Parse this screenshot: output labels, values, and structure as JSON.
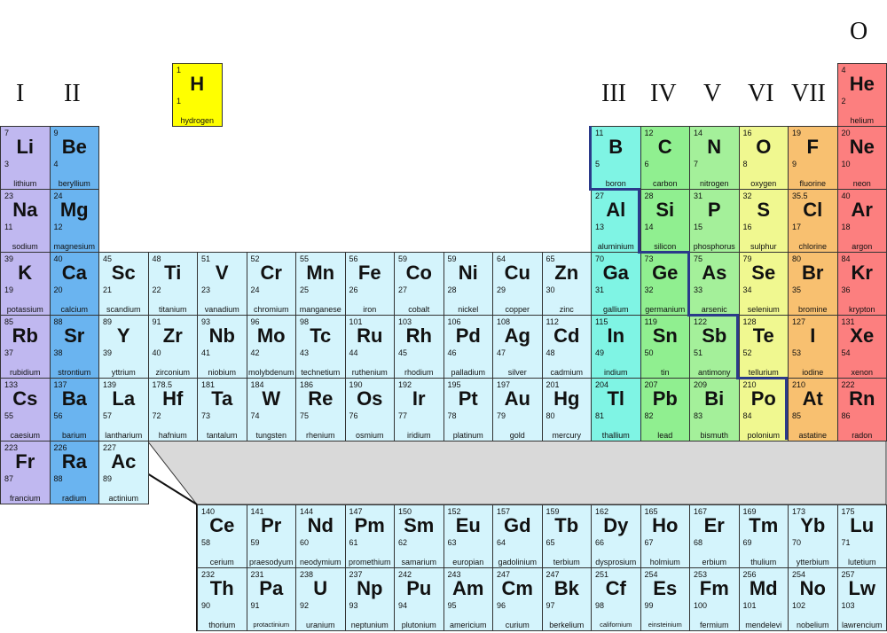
{
  "group_labels": [
    "I",
    "II",
    "III",
    "IV",
    "V",
    "VI",
    "VII",
    "O"
  ],
  "colors": {
    "alkali": "#c0b8f0",
    "alkaline": "#6ab4f0",
    "hydrogen": "#ffff00",
    "transition": "#d4f4fc",
    "boron": "#7ff4e4",
    "carbon": "#90ef90",
    "pnictogen": "#a4f09a",
    "chalcogen": "#f0f890",
    "halogen": "#f8c070",
    "noble": "#fc7f7f",
    "lanthanide": "#d4f4fc"
  },
  "elements": [
    {
      "sym": "H",
      "num": "1",
      "mass": "1",
      "name": "hydrogen",
      "cat": "hydrogen",
      "pos": "h"
    },
    {
      "sym": "He",
      "num": "2",
      "mass": "4",
      "name": "helium",
      "cat": "noble",
      "g": 18,
      "p": 1
    },
    {
      "sym": "Li",
      "num": "3",
      "mass": "7",
      "name": "lithium",
      "cat": "alkali",
      "g": 1,
      "p": 2
    },
    {
      "sym": "Be",
      "num": "4",
      "mass": "9",
      "name": "beryllium",
      "cat": "alkaline",
      "g": 2,
      "p": 2
    },
    {
      "sym": "B",
      "num": "5",
      "mass": "11",
      "name": "boron",
      "cat": "boron",
      "g": 13,
      "p": 2
    },
    {
      "sym": "C",
      "num": "6",
      "mass": "12",
      "name": "carbon",
      "cat": "carbon",
      "g": 14,
      "p": 2
    },
    {
      "sym": "N",
      "num": "7",
      "mass": "14",
      "name": "nitrogen",
      "cat": "pnictogen",
      "g": 15,
      "p": 2
    },
    {
      "sym": "O",
      "num": "8",
      "mass": "16",
      "name": "oxygen",
      "cat": "chalcogen",
      "g": 16,
      "p": 2
    },
    {
      "sym": "F",
      "num": "9",
      "mass": "19",
      "name": "fluorine",
      "cat": "halogen",
      "g": 17,
      "p": 2
    },
    {
      "sym": "Ne",
      "num": "10",
      "mass": "20",
      "name": "neon",
      "cat": "noble",
      "g": 18,
      "p": 2
    },
    {
      "sym": "Na",
      "num": "11",
      "mass": "23",
      "name": "sodium",
      "cat": "alkali",
      "g": 1,
      "p": 3
    },
    {
      "sym": "Mg",
      "num": "12",
      "mass": "24",
      "name": "magnesium",
      "cat": "alkaline",
      "g": 2,
      "p": 3
    },
    {
      "sym": "Al",
      "num": "13",
      "mass": "27",
      "name": "aluminium",
      "cat": "boron",
      "g": 13,
      "p": 3
    },
    {
      "sym": "Si",
      "num": "14",
      "mass": "28",
      "name": "silicon",
      "cat": "carbon",
      "g": 14,
      "p": 3
    },
    {
      "sym": "P",
      "num": "15",
      "mass": "31",
      "name": "phosphorus",
      "cat": "pnictogen",
      "g": 15,
      "p": 3
    },
    {
      "sym": "S",
      "num": "16",
      "mass": "32",
      "name": "sulphur",
      "cat": "chalcogen",
      "g": 16,
      "p": 3
    },
    {
      "sym": "Cl",
      "num": "17",
      "mass": "35.5",
      "name": "chlorine",
      "cat": "halogen",
      "g": 17,
      "p": 3
    },
    {
      "sym": "Ar",
      "num": "18",
      "mass": "40",
      "name": "argon",
      "cat": "noble",
      "g": 18,
      "p": 3
    },
    {
      "sym": "K",
      "num": "19",
      "mass": "39",
      "name": "potassium",
      "cat": "alkali",
      "g": 1,
      "p": 4
    },
    {
      "sym": "Ca",
      "num": "20",
      "mass": "40",
      "name": "calcium",
      "cat": "alkaline",
      "g": 2,
      "p": 4
    },
    {
      "sym": "Sc",
      "num": "21",
      "mass": "45",
      "name": "scandium",
      "cat": "transition",
      "g": 3,
      "p": 4
    },
    {
      "sym": "Ti",
      "num": "22",
      "mass": "48",
      "name": "titanium",
      "cat": "transition",
      "g": 4,
      "p": 4
    },
    {
      "sym": "V",
      "num": "23",
      "mass": "51",
      "name": "vanadium",
      "cat": "transition",
      "g": 5,
      "p": 4
    },
    {
      "sym": "Cr",
      "num": "24",
      "mass": "52",
      "name": "chromium",
      "cat": "transition",
      "g": 6,
      "p": 4
    },
    {
      "sym": "Mn",
      "num": "25",
      "mass": "55",
      "name": "manganese",
      "cat": "transition",
      "g": 7,
      "p": 4
    },
    {
      "sym": "Fe",
      "num": "26",
      "mass": "56",
      "name": "iron",
      "cat": "transition",
      "g": 8,
      "p": 4
    },
    {
      "sym": "Co",
      "num": "27",
      "mass": "59",
      "name": "cobalt",
      "cat": "transition",
      "g": 9,
      "p": 4
    },
    {
      "sym": "Ni",
      "num": "28",
      "mass": "59",
      "name": "nickel",
      "cat": "transition",
      "g": 10,
      "p": 4
    },
    {
      "sym": "Cu",
      "num": "29",
      "mass": "64",
      "name": "copper",
      "cat": "transition",
      "g": 11,
      "p": 4
    },
    {
      "sym": "Zn",
      "num": "30",
      "mass": "65",
      "name": "zinc",
      "cat": "transition",
      "g": 12,
      "p": 4
    },
    {
      "sym": "Ga",
      "num": "31",
      "mass": "70",
      "name": "gallium",
      "cat": "boron",
      "g": 13,
      "p": 4
    },
    {
      "sym": "Ge",
      "num": "32",
      "mass": "73",
      "name": "germanium",
      "cat": "carbon",
      "g": 14,
      "p": 4
    },
    {
      "sym": "As",
      "num": "33",
      "mass": "75",
      "name": "arsenic",
      "cat": "pnictogen",
      "g": 15,
      "p": 4
    },
    {
      "sym": "Se",
      "num": "34",
      "mass": "79",
      "name": "selenium",
      "cat": "chalcogen",
      "g": 16,
      "p": 4
    },
    {
      "sym": "Br",
      "num": "35",
      "mass": "80",
      "name": "bromine",
      "cat": "halogen",
      "g": 17,
      "p": 4
    },
    {
      "sym": "Kr",
      "num": "36",
      "mass": "84",
      "name": "krypton",
      "cat": "noble",
      "g": 18,
      "p": 4
    },
    {
      "sym": "Rb",
      "num": "37",
      "mass": "85",
      "name": "rubidium",
      "cat": "alkali",
      "g": 1,
      "p": 5
    },
    {
      "sym": "Sr",
      "num": "38",
      "mass": "88",
      "name": "strontium",
      "cat": "alkaline",
      "g": 2,
      "p": 5
    },
    {
      "sym": "Y",
      "num": "39",
      "mass": "89",
      "name": "yttrium",
      "cat": "transition",
      "g": 3,
      "p": 5
    },
    {
      "sym": "Zr",
      "num": "40",
      "mass": "91",
      "name": "zirconium",
      "cat": "transition",
      "g": 4,
      "p": 5
    },
    {
      "sym": "Nb",
      "num": "41",
      "mass": "93",
      "name": "niobium",
      "cat": "transition",
      "g": 5,
      "p": 5
    },
    {
      "sym": "Mo",
      "num": "42",
      "mass": "96",
      "name": "molybdenum",
      "cat": "transition",
      "g": 6,
      "p": 5
    },
    {
      "sym": "Tc",
      "num": "43",
      "mass": "98",
      "name": "technetium",
      "cat": "transition",
      "g": 7,
      "p": 5
    },
    {
      "sym": "Ru",
      "num": "44",
      "mass": "101",
      "name": "ruthenium",
      "cat": "transition",
      "g": 8,
      "p": 5
    },
    {
      "sym": "Rh",
      "num": "45",
      "mass": "103",
      "name": "rhodium",
      "cat": "transition",
      "g": 9,
      "p": 5
    },
    {
      "sym": "Pd",
      "num": "46",
      "mass": "106",
      "name": "palladium",
      "cat": "transition",
      "g": 10,
      "p": 5
    },
    {
      "sym": "Ag",
      "num": "47",
      "mass": "108",
      "name": "silver",
      "cat": "transition",
      "g": 11,
      "p": 5
    },
    {
      "sym": "Cd",
      "num": "48",
      "mass": "112",
      "name": "cadmium",
      "cat": "transition",
      "g": 12,
      "p": 5
    },
    {
      "sym": "In",
      "num": "49",
      "mass": "115",
      "name": "indium",
      "cat": "boron",
      "g": 13,
      "p": 5
    },
    {
      "sym": "Sn",
      "num": "50",
      "mass": "119",
      "name": "tin",
      "cat": "carbon",
      "g": 14,
      "p": 5
    },
    {
      "sym": "Sb",
      "num": "51",
      "mass": "122",
      "name": "antimony",
      "cat": "pnictogen",
      "g": 15,
      "p": 5
    },
    {
      "sym": "Te",
      "num": "52",
      "mass": "128",
      "name": "tellurium",
      "cat": "chalcogen",
      "g": 16,
      "p": 5
    },
    {
      "sym": "I",
      "num": "53",
      "mass": "127",
      "name": "iodine",
      "cat": "halogen",
      "g": 17,
      "p": 5
    },
    {
      "sym": "Xe",
      "num": "54",
      "mass": "131",
      "name": "xenon",
      "cat": "noble",
      "g": 18,
      "p": 5
    },
    {
      "sym": "Cs",
      "num": "55",
      "mass": "133",
      "name": "caesium",
      "cat": "alkali",
      "g": 1,
      "p": 6
    },
    {
      "sym": "Ba",
      "num": "56",
      "mass": "137",
      "name": "barium",
      "cat": "alkaline",
      "g": 2,
      "p": 6
    },
    {
      "sym": "La",
      "num": "57",
      "mass": "139",
      "name": "lantharium",
      "cat": "transition",
      "g": 3,
      "p": 6
    },
    {
      "sym": "Hf",
      "num": "72",
      "mass": "178.5",
      "name": "hafnium",
      "cat": "transition",
      "g": 4,
      "p": 6
    },
    {
      "sym": "Ta",
      "num": "73",
      "mass": "181",
      "name": "tantalum",
      "cat": "transition",
      "g": 5,
      "p": 6
    },
    {
      "sym": "W",
      "num": "74",
      "mass": "184",
      "name": "tungsten",
      "cat": "transition",
      "g": 6,
      "p": 6
    },
    {
      "sym": "Re",
      "num": "75",
      "mass": "186",
      "name": "rhenium",
      "cat": "transition",
      "g": 7,
      "p": 6
    },
    {
      "sym": "Os",
      "num": "76",
      "mass": "190",
      "name": "osmium",
      "cat": "transition",
      "g": 8,
      "p": 6
    },
    {
      "sym": "Ir",
      "num": "77",
      "mass": "192",
      "name": "iridium",
      "cat": "transition",
      "g": 9,
      "p": 6
    },
    {
      "sym": "Pt",
      "num": "78",
      "mass": "195",
      "name": "platinum",
      "cat": "transition",
      "g": 10,
      "p": 6
    },
    {
      "sym": "Au",
      "num": "79",
      "mass": "197",
      "name": "gold",
      "cat": "transition",
      "g": 11,
      "p": 6
    },
    {
      "sym": "Hg",
      "num": "80",
      "mass": "201",
      "name": "mercury",
      "cat": "transition",
      "g": 12,
      "p": 6
    },
    {
      "sym": "Tl",
      "num": "81",
      "mass": "204",
      "name": "thallium",
      "cat": "boron",
      "g": 13,
      "p": 6
    },
    {
      "sym": "Pb",
      "num": "82",
      "mass": "207",
      "name": "lead",
      "cat": "carbon",
      "g": 14,
      "p": 6
    },
    {
      "sym": "Bi",
      "num": "83",
      "mass": "209",
      "name": "bismuth",
      "cat": "pnictogen",
      "g": 15,
      "p": 6
    },
    {
      "sym": "Po",
      "num": "84",
      "mass": "210",
      "name": "polonium",
      "cat": "chalcogen",
      "g": 16,
      "p": 6
    },
    {
      "sym": "At",
      "num": "85",
      "mass": "210",
      "name": "astatine",
      "cat": "halogen",
      "g": 17,
      "p": 6
    },
    {
      "sym": "Rn",
      "num": "86",
      "mass": "222",
      "name": "radon",
      "cat": "noble",
      "g": 18,
      "p": 6
    },
    {
      "sym": "Fr",
      "num": "87",
      "mass": "223",
      "name": "francium",
      "cat": "alkali",
      "g": 1,
      "p": 7
    },
    {
      "sym": "Ra",
      "num": "88",
      "mass": "226",
      "name": "radium",
      "cat": "alkaline",
      "g": 2,
      "p": 7
    },
    {
      "sym": "Ac",
      "num": "89",
      "mass": "227",
      "name": "actinium",
      "cat": "transition",
      "g": 3,
      "p": 7
    },
    {
      "sym": "Ce",
      "num": "58",
      "mass": "140",
      "name": "cerium",
      "cat": "lanthanide",
      "f": 0,
      "fr": 0
    },
    {
      "sym": "Pr",
      "num": "59",
      "mass": "141",
      "name": "praesodyum",
      "cat": "lanthanide",
      "f": 1,
      "fr": 0
    },
    {
      "sym": "Nd",
      "num": "60",
      "mass": "144",
      "name": "neodymium",
      "cat": "lanthanide",
      "f": 2,
      "fr": 0
    },
    {
      "sym": "Pm",
      "num": "61",
      "mass": "147",
      "name": "promethium",
      "cat": "lanthanide",
      "f": 3,
      "fr": 0
    },
    {
      "sym": "Sm",
      "num": "62",
      "mass": "150",
      "name": "samarium",
      "cat": "lanthanide",
      "f": 4,
      "fr": 0
    },
    {
      "sym": "Eu",
      "num": "63",
      "mass": "152",
      "name": "europian",
      "cat": "lanthanide",
      "f": 5,
      "fr": 0
    },
    {
      "sym": "Gd",
      "num": "64",
      "mass": "157",
      "name": "gadolinium",
      "cat": "lanthanide",
      "f": 6,
      "fr": 0
    },
    {
      "sym": "Tb",
      "num": "65",
      "mass": "159",
      "name": "terbium",
      "cat": "lanthanide",
      "f": 7,
      "fr": 0
    },
    {
      "sym": "Dy",
      "num": "66",
      "mass": "162",
      "name": "dysprosium",
      "cat": "lanthanide",
      "f": 8,
      "fr": 0
    },
    {
      "sym": "Ho",
      "num": "67",
      "mass": "165",
      "name": "holmium",
      "cat": "lanthanide",
      "f": 9,
      "fr": 0
    },
    {
      "sym": "Er",
      "num": "68",
      "mass": "167",
      "name": "erbium",
      "cat": "lanthanide",
      "f": 10,
      "fr": 0
    },
    {
      "sym": "Tm",
      "num": "69",
      "mass": "169",
      "name": "thulium",
      "cat": "lanthanide",
      "f": 11,
      "fr": 0
    },
    {
      "sym": "Yb",
      "num": "70",
      "mass": "173",
      "name": "ytterbium",
      "cat": "lanthanide",
      "f": 12,
      "fr": 0
    },
    {
      "sym": "Lu",
      "num": "71",
      "mass": "175",
      "name": "lutetium",
      "cat": "lanthanide",
      "f": 13,
      "fr": 0
    },
    {
      "sym": "Th",
      "num": "90",
      "mass": "232",
      "name": "thorium",
      "cat": "lanthanide",
      "f": 0,
      "fr": 1
    },
    {
      "sym": "Pa",
      "num": "91",
      "mass": "231",
      "name": "protactinium",
      "cat": "lanthanide",
      "f": 1,
      "fr": 1
    },
    {
      "sym": "U",
      "num": "92",
      "mass": "238",
      "name": "uranium",
      "cat": "lanthanide",
      "f": 2,
      "fr": 1
    },
    {
      "sym": "Np",
      "num": "93",
      "mass": "237",
      "name": "neptunium",
      "cat": "lanthanide",
      "f": 3,
      "fr": 1
    },
    {
      "sym": "Pu",
      "num": "94",
      "mass": "242",
      "name": "plutonium",
      "cat": "lanthanide",
      "f": 4,
      "fr": 1
    },
    {
      "sym": "Am",
      "num": "95",
      "mass": "243",
      "name": "americium",
      "cat": "lanthanide",
      "f": 5,
      "fr": 1
    },
    {
      "sym": "Cm",
      "num": "96",
      "mass": "247",
      "name": "curium",
      "cat": "lanthanide",
      "f": 6,
      "fr": 1
    },
    {
      "sym": "Bk",
      "num": "97",
      "mass": "247",
      "name": "berkelium",
      "cat": "lanthanide",
      "f": 7,
      "fr": 1
    },
    {
      "sym": "Cf",
      "num": "98",
      "mass": "251",
      "name": "californium",
      "cat": "lanthanide",
      "f": 8,
      "fr": 1
    },
    {
      "sym": "Es",
      "num": "99",
      "mass": "254",
      "name": "einsteinium",
      "cat": "lanthanide",
      "f": 9,
      "fr": 1
    },
    {
      "sym": "Fm",
      "num": "100",
      "mass": "253",
      "name": "fermium",
      "cat": "lanthanide",
      "f": 10,
      "fr": 1
    },
    {
      "sym": "Md",
      "num": "101",
      "mass": "256",
      "name": "mendelevi",
      "cat": "lanthanide",
      "f": 11,
      "fr": 1
    },
    {
      "sym": "No",
      "num": "102",
      "mass": "254",
      "name": "nobelium",
      "cat": "lanthanide",
      "f": 12,
      "fr": 1
    },
    {
      "sym": "Lw",
      "num": "103",
      "mass": "257",
      "name": "lawrencium",
      "cat": "lanthanide",
      "f": 13,
      "fr": 1
    }
  ]
}
